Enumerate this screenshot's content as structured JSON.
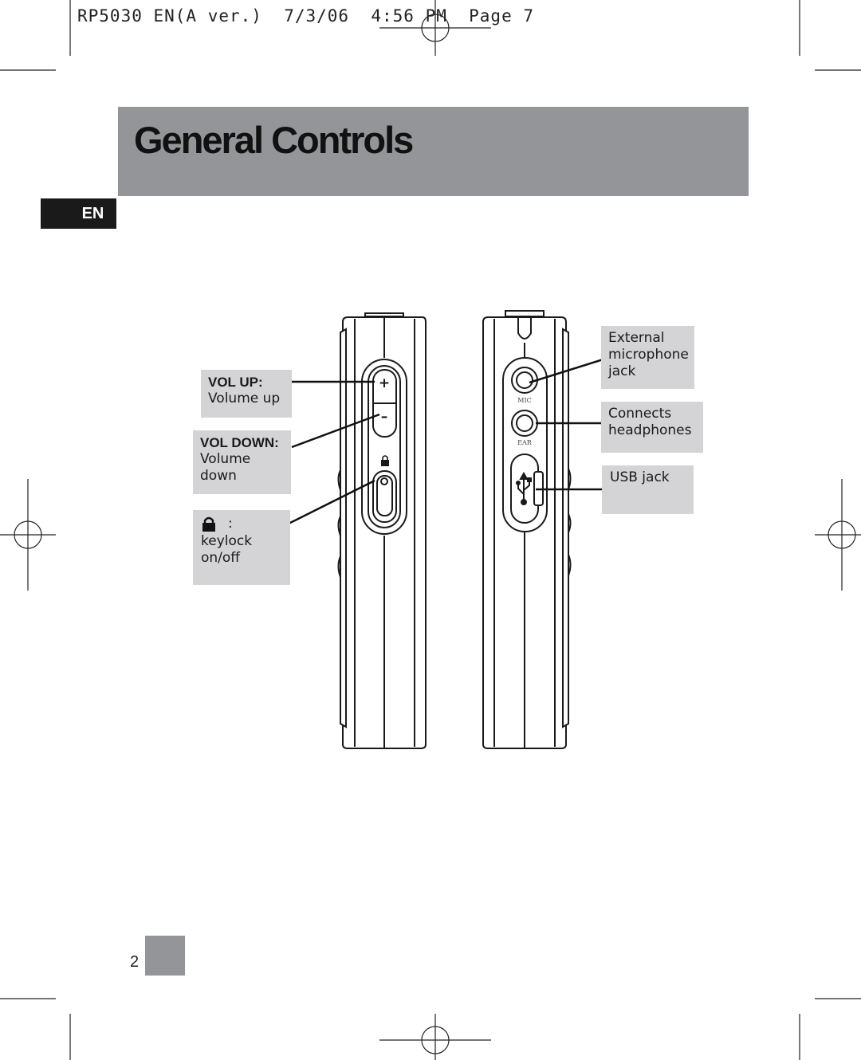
{
  "slug": {
    "text": "RP5030 EN(A ver.)  7/3/06  4:56 PM  Page 7"
  },
  "header": {
    "title": "General Controls",
    "band_color": "#939598"
  },
  "language_tab": {
    "label": "EN"
  },
  "callouts": {
    "vol_up": {
      "title": "VOL UP:",
      "desc": "Volume up"
    },
    "vol_down": {
      "title": "VOL DOWN:",
      "desc_line1": "Volume",
      "desc_line2": "down"
    },
    "keylock": {
      "icon": "lock-icon",
      "sep": ":",
      "desc_line1": "keylock",
      "desc_line2": "on/off"
    },
    "mic_jack": {
      "line1": "External",
      "line2": "microphone",
      "line3": "jack"
    },
    "headphones": {
      "line1": "Connects",
      "line2": "headphones"
    },
    "usb": {
      "label": "USB jack"
    }
  },
  "device_labels": {
    "mic": "MIC",
    "ear": "EAR",
    "plus": "+",
    "minus": "–"
  },
  "footer": {
    "page_number": "2"
  }
}
